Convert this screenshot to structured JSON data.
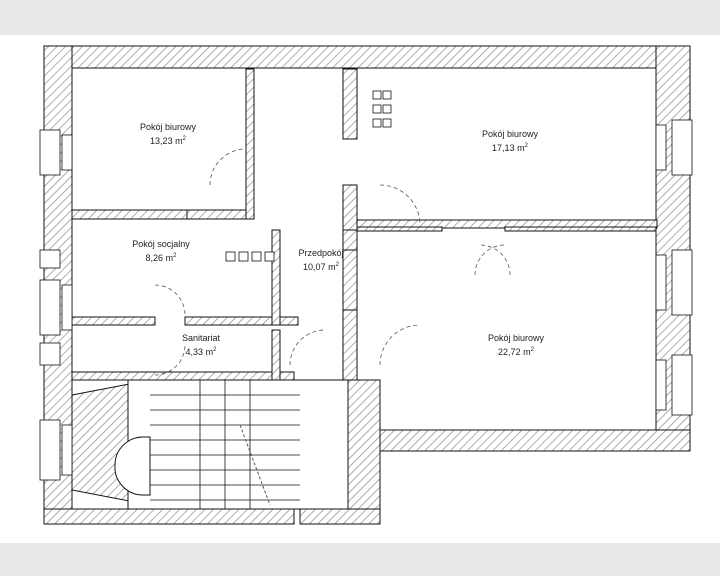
{
  "rooms": [
    {
      "id": "office-1",
      "name": "Pokój biurowy",
      "area": "13,23",
      "unit": "m",
      "unit_exp": "2"
    },
    {
      "id": "office-2",
      "name": "Pokój biurowy",
      "area": "17,13",
      "unit": "m",
      "unit_exp": "2"
    },
    {
      "id": "social",
      "name": "Pokój socjalny",
      "area": "8,26",
      "unit": "m",
      "unit_exp": "2"
    },
    {
      "id": "hall",
      "name": "Przedpokój",
      "area": "10,07",
      "unit": "m",
      "unit_exp": "2"
    },
    {
      "id": "sanitary",
      "name": "Sanitariat",
      "area": "4,33",
      "unit": "m",
      "unit_exp": "2"
    },
    {
      "id": "office-3",
      "name": "Pokój biurowy",
      "area": "22,72",
      "unit": "m",
      "unit_exp": "2"
    }
  ],
  "colors": {
    "wall": "#111111",
    "hatch": "#9a9a9a",
    "background": "#ffffff",
    "frame": "#e9e9e9",
    "dash": "#555555"
  }
}
